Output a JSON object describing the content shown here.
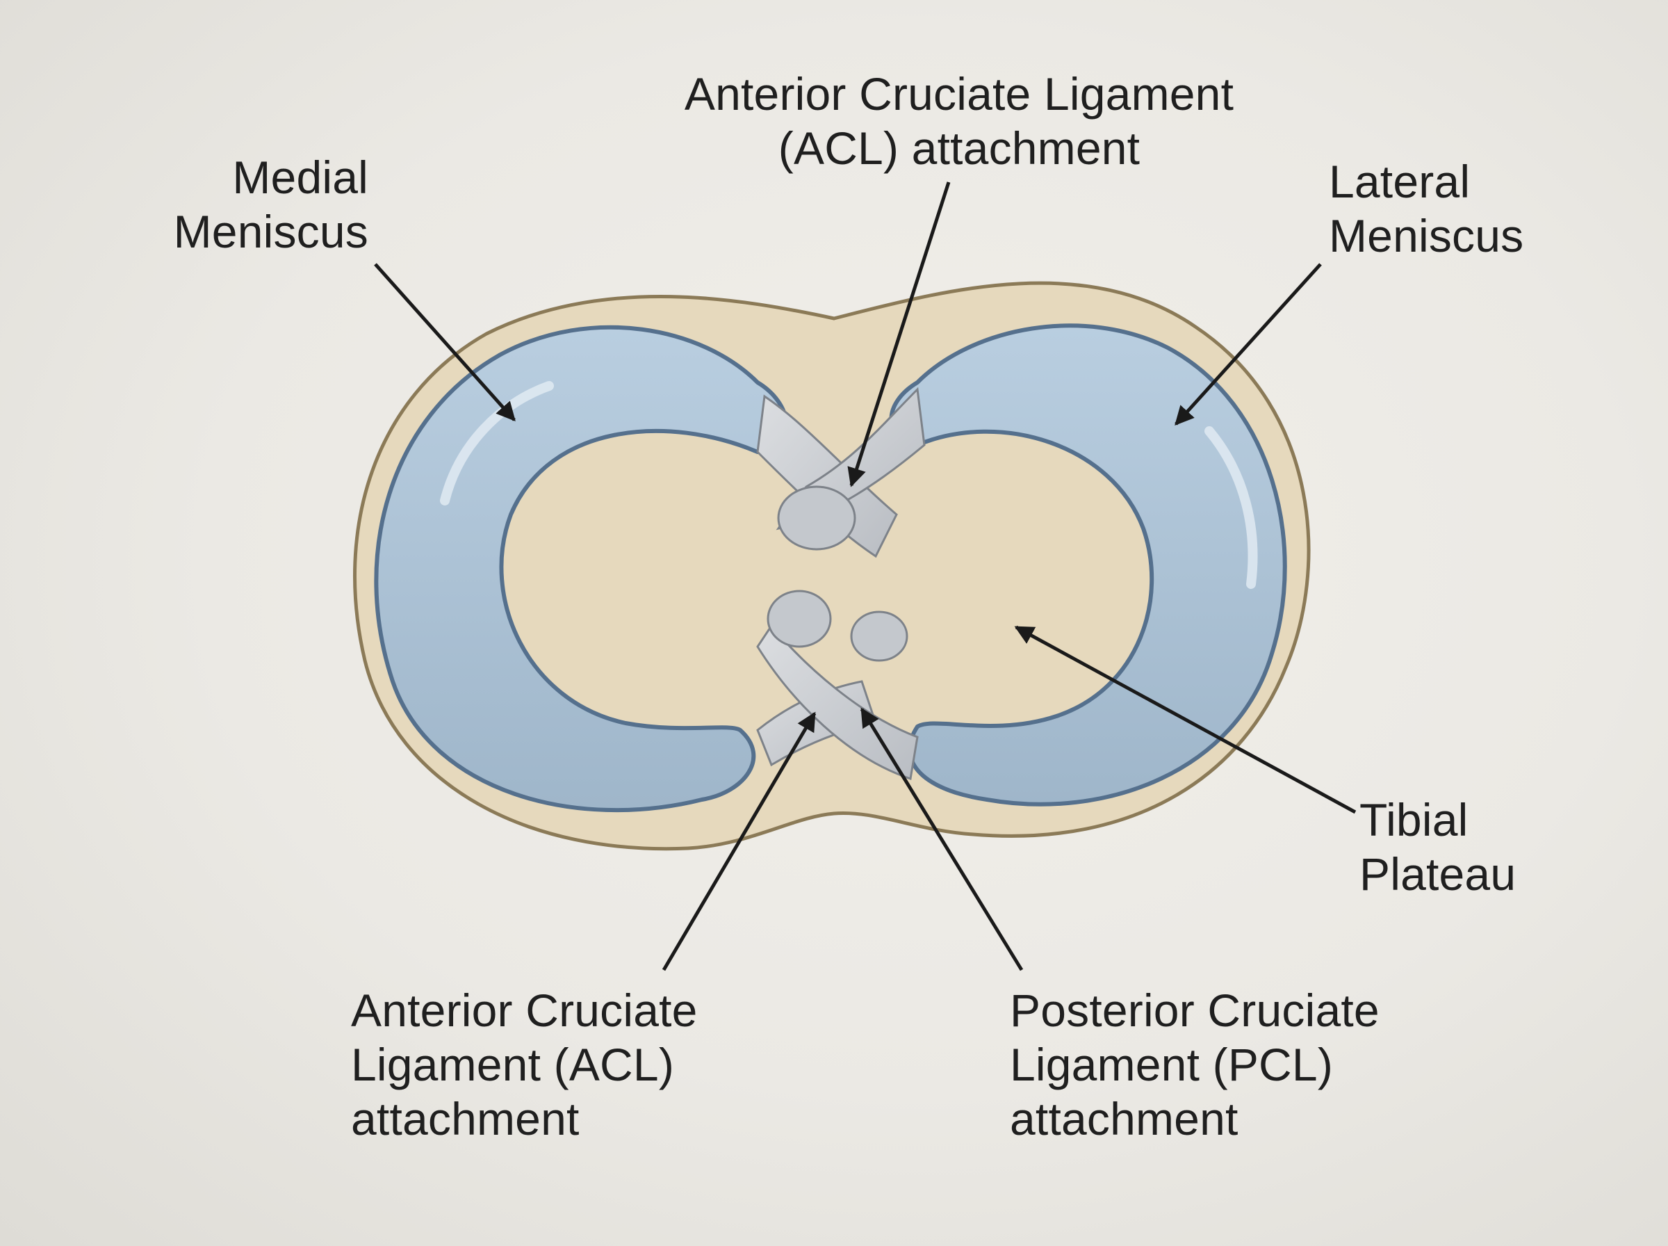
{
  "labels": {
    "acl_top": "Anterior Cruciate Ligament\n(ACL) attachment",
    "medial_meniscus": "Medial\nMeniscus",
    "lateral_meniscus": "Lateral\nMeniscus",
    "tibial_plateau": "Tibial\nPlateau",
    "acl_bottom": "Anterior Cruciate\nLigament (ACL)\nattachment",
    "pcl": "Posterior Cruciate\nLigament (PCL)\nattachment"
  },
  "colors": {
    "background": "#ebe9e4",
    "tibial_plateau": "#e6d9bd",
    "plateau_outline": "#8b7a57",
    "meniscus": "#a9c0d3",
    "meniscus_outline": "#55708d",
    "ligament": "#cfd2d6",
    "arrow": "#1a1a1a"
  }
}
